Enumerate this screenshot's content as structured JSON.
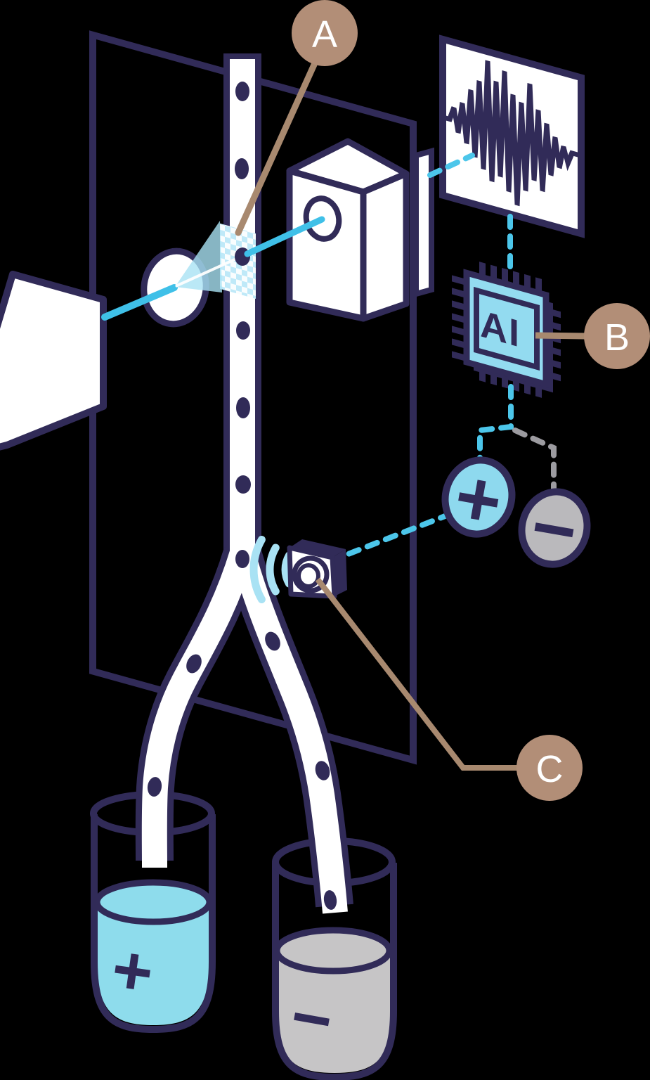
{
  "diagram": {
    "name": "ai-image-activated-cell-sorting-diagram",
    "callouts": {
      "a": "A",
      "b": "B",
      "c": "C"
    },
    "chip_label": "AI",
    "signs": {
      "plus": "+",
      "minus": "−"
    },
    "colors": {
      "navy": "#312b58",
      "white": "#ffffff",
      "laser_cyan": "#3fc0e8",
      "dash_cyan": "#4cc6ea",
      "dash_gray": "#9c9ba0",
      "light_blue": "#a9e2f4",
      "pane_blue": "#bfe9f8",
      "chip_blue": "#93dbf0",
      "positive_blue": "#8ed9ee",
      "negative_gray": "#bab9bc",
      "liquid_positive": "#8edcec",
      "liquid_negative": "#c6c5c6",
      "callout_tan": "#b28e77",
      "callout_line": "#a8896f"
    }
  }
}
